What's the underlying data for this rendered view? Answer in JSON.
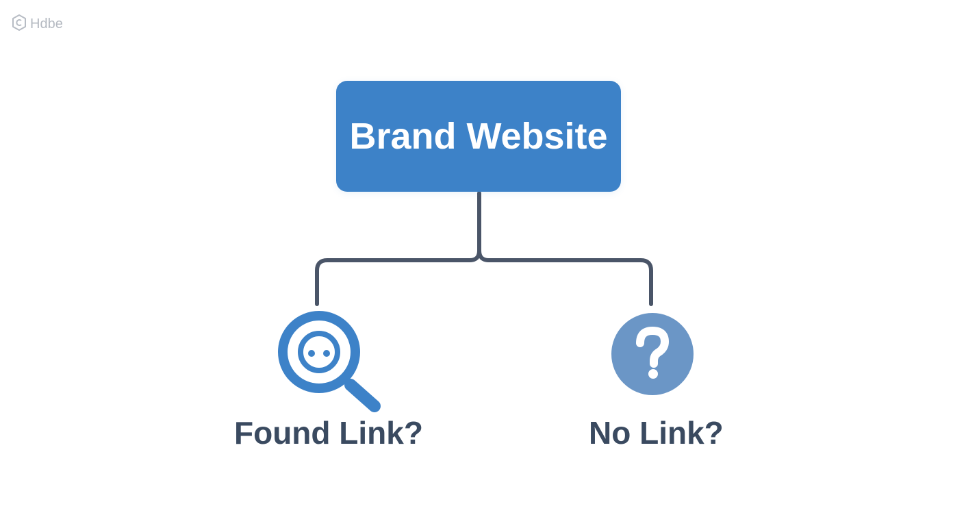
{
  "watermark": {
    "text": "Hdbe",
    "icon": "hexagon-logo-icon"
  },
  "root_node": {
    "label": "Brand Website",
    "color": "#3d82c8"
  },
  "branches": [
    {
      "label": "Found Link?",
      "icon": "magnifier-icon",
      "color": "#3d82c8"
    },
    {
      "label": "No Link?",
      "icon": "question-mark-icon",
      "color": "#6b96c6"
    }
  ],
  "colors": {
    "connector": "#4a5568",
    "label_text": "#3a4a60"
  }
}
